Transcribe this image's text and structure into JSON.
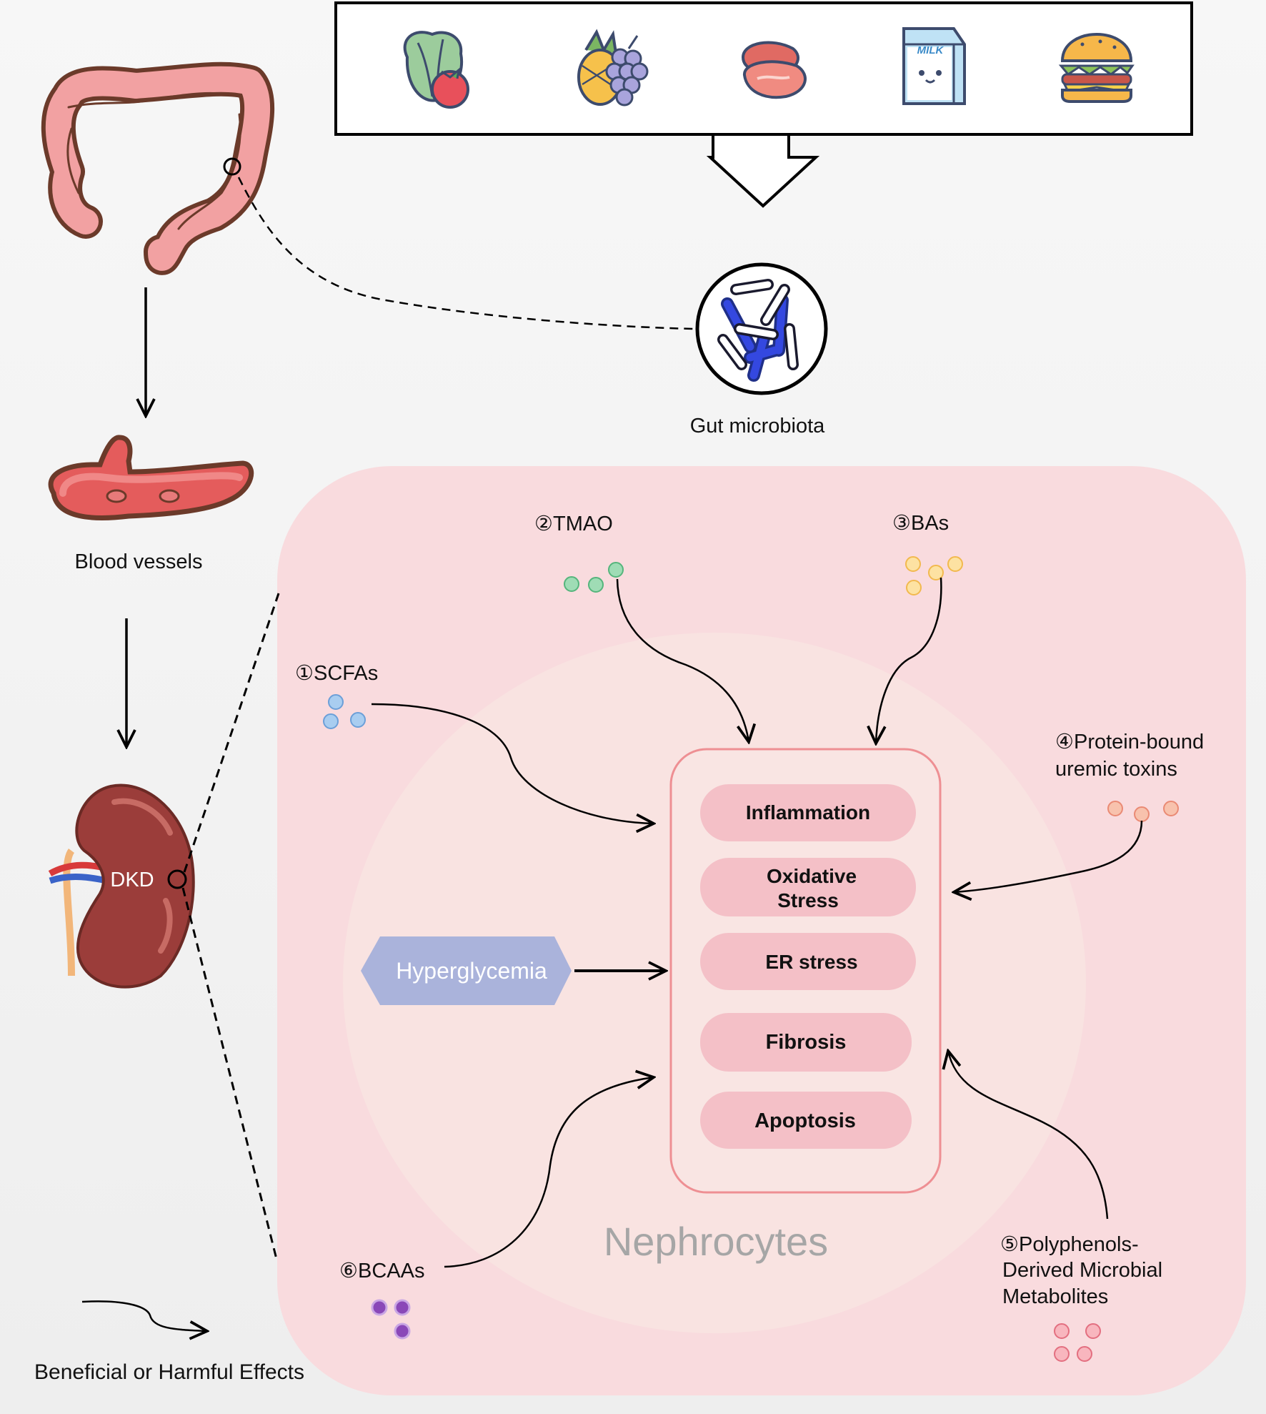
{
  "labels": {
    "gut_microbiota": "Gut microbiota",
    "blood_vessels": "Blood vessels",
    "dkd": "DKD",
    "nephrocytes": "Nephrocytes",
    "hyperglycemia": "Hyperglycemia",
    "legend": "Beneficial or Harmful Effects"
  },
  "food": {
    "items": [
      "vegetables",
      "fruits",
      "meat",
      "milk",
      "burger"
    ],
    "milk_text": "MILK"
  },
  "metabolites": {
    "scfas": "①SCFAs",
    "tmao": "②TMAO",
    "bas": "③BAs",
    "pbut_line1": "④Protein-bound",
    "pbut_line2": "uremic toxins",
    "poly_line1": "⑤Polyphenols-",
    "poly_line2": "Derived Microbial",
    "poly_line3": "Metabolites",
    "bcaas": "⑥BCAAs"
  },
  "effects": {
    "inflammation": "Inflammation",
    "oxidative_line1": "Oxidative",
    "oxidative_line2": "Stress",
    "er_stress": "ER stress",
    "fibrosis": "Fibrosis",
    "apoptosis": "Apoptosis"
  },
  "colors": {
    "cell_outer": "#f9dbde",
    "cell_inner": "#f9e3e1",
    "effect_pill": "#f4c0c7",
    "scfa_dot": "#a9cdf0",
    "tmao_dot": "#9fdcb5",
    "ba_dot": "#fde2a2",
    "pbut_dot": "#f8c2ad",
    "poly_dot": "#f8b6be",
    "bcaa_dot": "#8a48b8",
    "hyperglycemia": "#aab3db"
  }
}
